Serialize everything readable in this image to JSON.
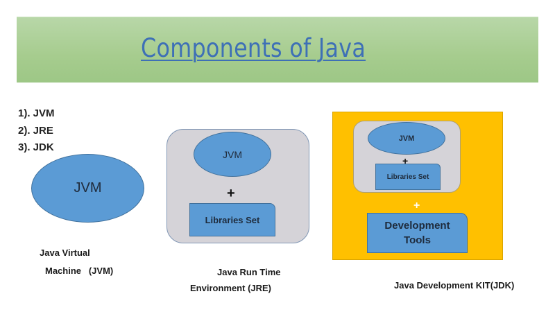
{
  "header": {
    "title": "Components of Java"
  },
  "components_list": [
    "1). JVM",
    "2). JRE",
    "3). JDK"
  ],
  "jvm_panel": {
    "ellipse_label": "JVM",
    "caption_line1": "Java Virtual",
    "caption_line2": "Machine   (JVM)"
  },
  "jre_panel": {
    "ellipse_label": "JVM",
    "plus": "+",
    "libraries_label": "Libraries Set",
    "caption_line1": "Java Run Time",
    "caption_line2": "Environment (JRE)"
  },
  "jdk_panel": {
    "ellipse_label": "JVM",
    "plus_inner": "+",
    "libraries_label": "Libraries Set",
    "plus_outer": "+",
    "tools_line1": "Development",
    "tools_line2": "Tools",
    "caption": "Java Development KIT(JDK)"
  },
  "colors": {
    "banner_green": "#a8cd91",
    "title_blue": "#3e70b6",
    "shape_blue": "#5b9bd5",
    "container_gray": "#d5d3d8",
    "jdk_orange": "#ffc000"
  }
}
